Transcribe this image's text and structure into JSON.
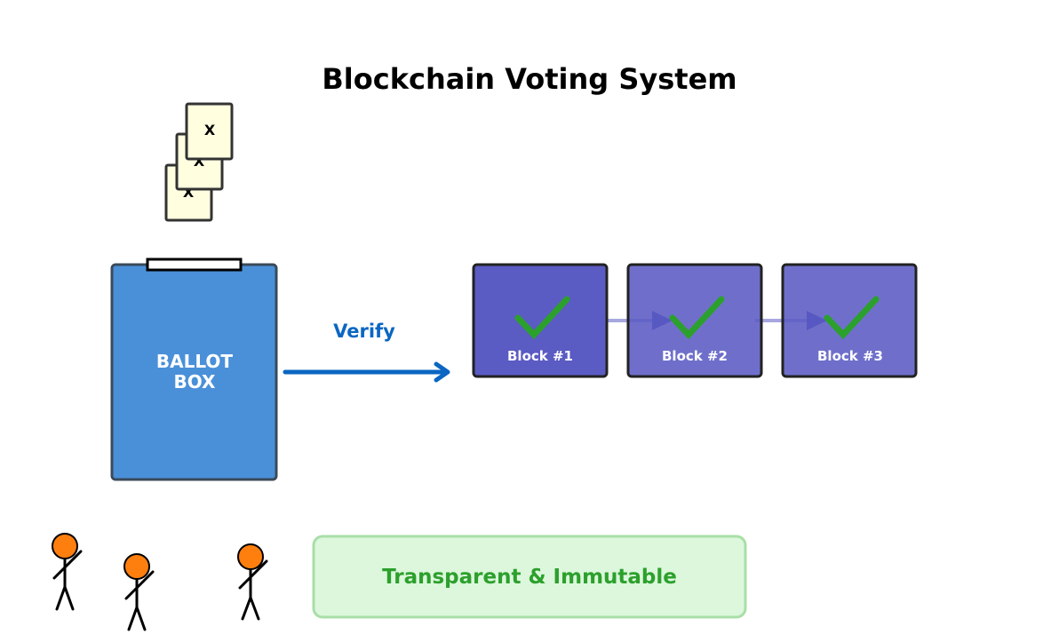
{
  "title": "Blockchain Voting System",
  "ballots": [
    {
      "mark": "X"
    },
    {
      "mark": "X"
    },
    {
      "mark": "X"
    }
  ],
  "ballot_box": {
    "label_line1": "BALLOT",
    "label_line2": "BOX",
    "color": "#4a90d9"
  },
  "verify_arrow": {
    "label": "Verify",
    "color": "#0a66c2"
  },
  "blocks": [
    {
      "label": "Block #1",
      "verified": true
    },
    {
      "label": "Block #2",
      "verified": true
    },
    {
      "label": "Block #3",
      "verified": true
    }
  ],
  "block_style": {
    "fill": "#5b5bc4",
    "check_color": "#2ca02c",
    "link_color": "#a7a7e0"
  },
  "banner": {
    "text": "Transparent & Immutable",
    "fill": "#dcf7dc",
    "border": "#a8dfa8"
  },
  "voters": [
    {
      "head_color": "#ff7f0e"
    },
    {
      "head_color": "#ff7f0e"
    },
    {
      "head_color": "#ff7f0e"
    }
  ]
}
